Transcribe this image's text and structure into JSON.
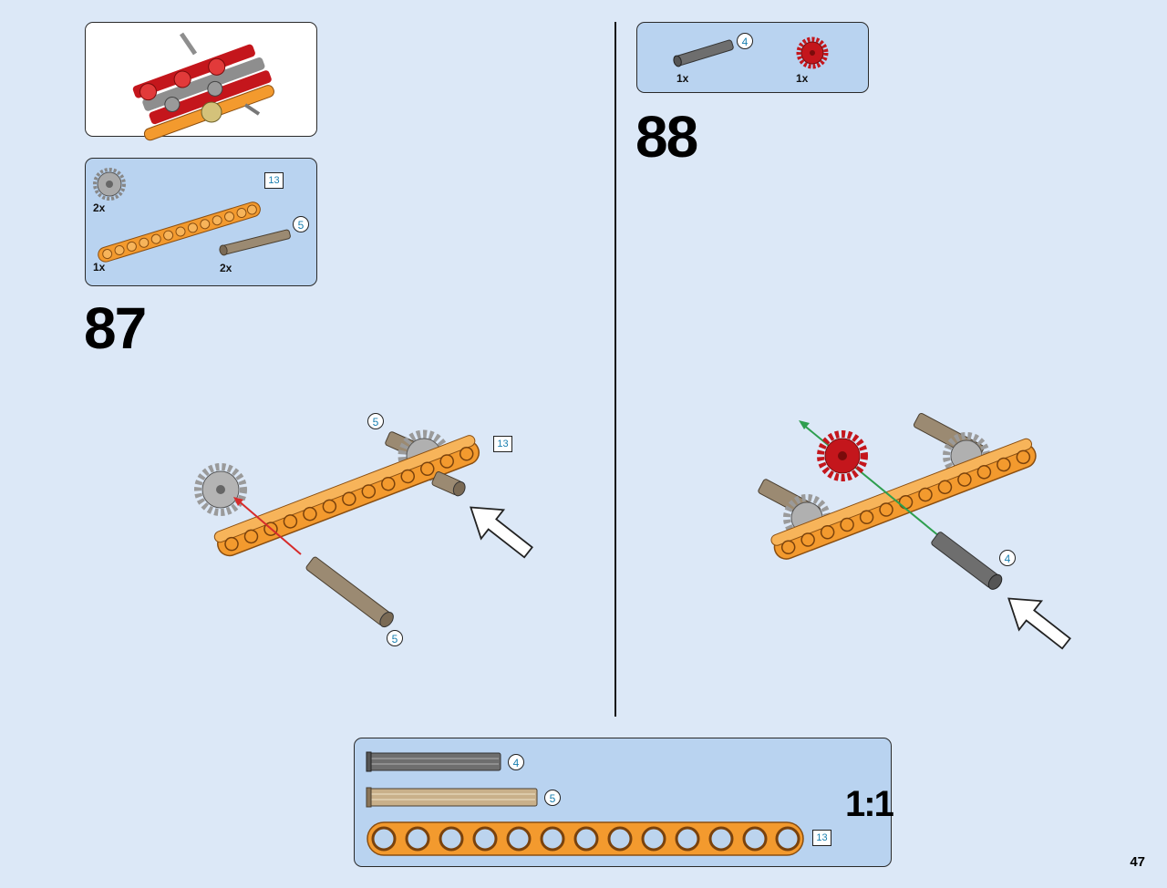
{
  "page": {
    "number": "47"
  },
  "step87": {
    "number": "87",
    "parts": [
      {
        "name": "gear",
        "qty": "2x"
      },
      {
        "name": "liftarm-13",
        "qty": "1x",
        "callout": "13"
      },
      {
        "name": "axle-5",
        "qty": "2x",
        "callout": "5"
      }
    ],
    "callouts": {
      "axle_top": "5",
      "beam": "13",
      "axle_bottom": "5"
    }
  },
  "step88": {
    "number": "88",
    "parts": [
      {
        "name": "axle-4",
        "qty": "1x",
        "callout": "4"
      },
      {
        "name": "red-gear",
        "qty": "1x"
      }
    ],
    "callouts": {
      "axle": "4"
    }
  },
  "reference": {
    "scale": "1:1",
    "rows": [
      {
        "name": "axle-4",
        "callout": "4"
      },
      {
        "name": "axle-5",
        "callout": "5"
      },
      {
        "name": "liftarm-13",
        "callout": "13"
      }
    ]
  },
  "colors": {
    "background": "#dce8f7",
    "panel": "#b9d3f0",
    "beam_orange": "#f39a2e",
    "gear_red": "#c4161c",
    "axle_gray": "#6e6e6e",
    "axle_tan": "#9b8a72",
    "arrow_red": "#d62b2b",
    "arrow_green": "#2e9e4f",
    "callout_blue": "#1a7fb0"
  }
}
